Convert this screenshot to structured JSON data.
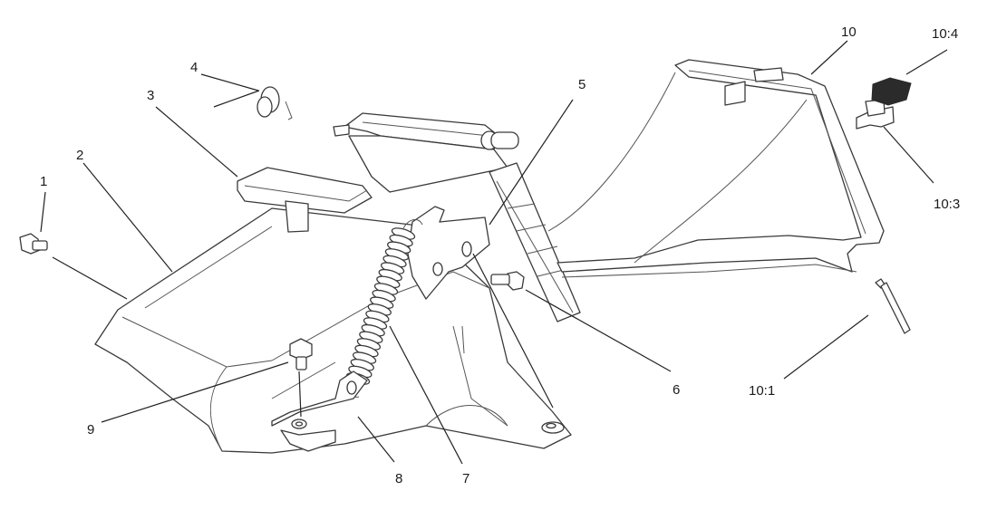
{
  "callouts": {
    "c1": "1",
    "c2": "2",
    "c3": "3",
    "c4": "4",
    "c5": "5",
    "c6": "6",
    "c7": "7",
    "c8": "8",
    "c9": "9",
    "c10": "10",
    "c10_1": "10:1",
    "c10_3": "10:3",
    "c10_4": "10:4"
  }
}
